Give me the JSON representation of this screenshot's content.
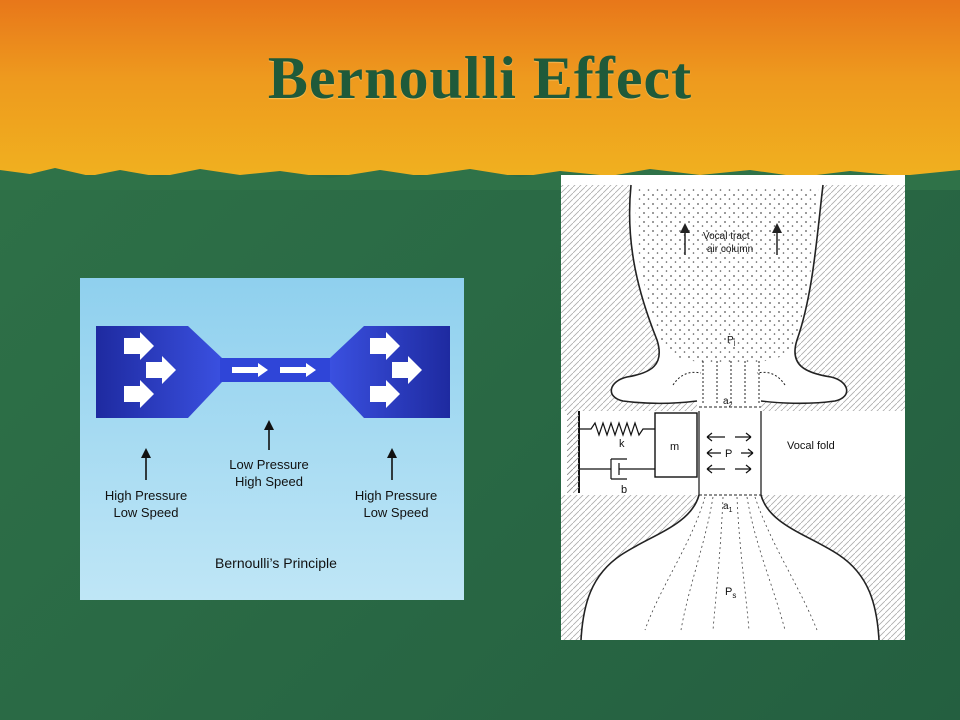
{
  "slide": {
    "title": "Bernoulli Effect"
  },
  "bernoulli_figure": {
    "left_label_line1": "High Pressure",
    "left_label_line2": "Low Speed",
    "middle_label_line1": "Low Pressure",
    "middle_label_line2": "High Speed",
    "right_label_line1": "High Pressure",
    "right_label_line2": "Low Speed",
    "caption": "Bernoulli’s Principle"
  },
  "vocal_figure": {
    "air_column_line1": "Vocal tract",
    "air_column_line2": "air column",
    "p_upper": "P",
    "p_upper_sub": "l",
    "a2": "a",
    "a2_sub": "2",
    "k": "k",
    "m": "m",
    "p_mid": "P",
    "vocal_fold": "Vocal fold",
    "b": "b",
    "a1": "a",
    "a1_sub": "1",
    "p_lower": "P",
    "p_lower_sub": "s"
  },
  "colors": {
    "band_orange": "#e8771a",
    "band_yellow": "#f0b01f",
    "background_green": "#2a6a45",
    "title_green": "#1f5a3a",
    "diagram_blue": "#2233bb"
  }
}
